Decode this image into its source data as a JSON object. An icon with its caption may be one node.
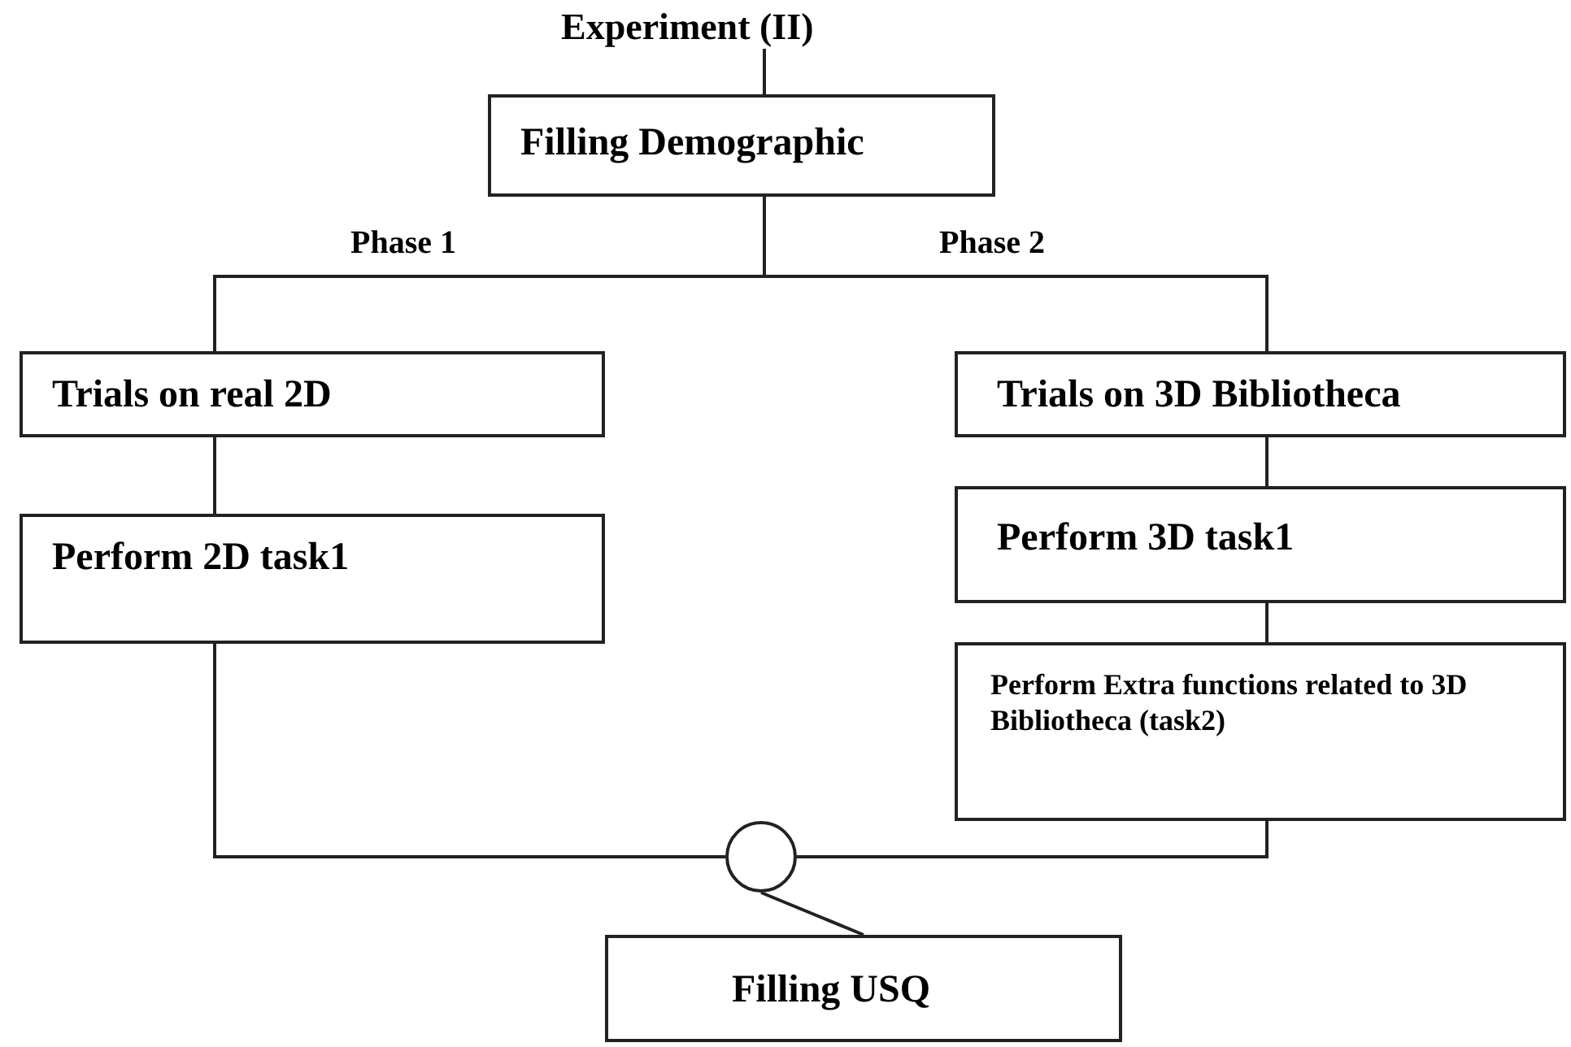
{
  "diagram": {
    "nodes": [
      {
        "text": [
          "Experiment (II)"
        ]
      },
      {
        "text": [
          "Filling Demographic"
        ]
      },
      {
        "text": [
          "Trials on real 2D"
        ]
      },
      {
        "text": [
          "Perform 2D task1"
        ]
      },
      {
        "text": [
          "Trials on 3D Bibliotheca"
        ]
      },
      {
        "text": [
          "Perform 3D task1"
        ]
      },
      {
        "text": [
          "Perform Extra functions related to 3D Bibliotheca (task2)"
        ]
      },
      {
        "text": [],
        "shape": "circle"
      },
      {
        "text": [
          "Filling USQ"
        ]
      }
    ],
    "edges": [
      {
        "from": 0,
        "to": 1,
        "arrow": "none"
      },
      {
        "from": 1,
        "to": 2,
        "arrow": "none",
        "label": "Phase 1"
      },
      {
        "from": 1,
        "to": 4,
        "arrow": "none",
        "label": "Phase 2"
      },
      {
        "from": 2,
        "to": 3,
        "arrow": "none"
      },
      {
        "from": 4,
        "to": 5,
        "arrow": "none"
      },
      {
        "from": 5,
        "to": 6,
        "arrow": "none"
      },
      {
        "from": 3,
        "to": 7,
        "arrow": "none"
      },
      {
        "from": 6,
        "to": 7,
        "arrow": "none"
      },
      {
        "from": 7,
        "to": 8,
        "arrow": "none"
      }
    ]
  }
}
